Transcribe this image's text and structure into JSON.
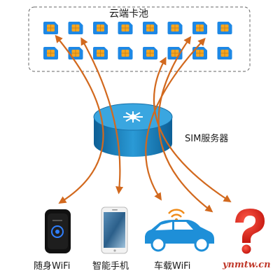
{
  "pool": {
    "title": "云端卡池",
    "rows": 2,
    "cols": 8,
    "chip_color": "#f5a623",
    "card_color": "#1e88e5"
  },
  "server": {
    "label": "SIM服务器",
    "color": "#1a86c4"
  },
  "devices": [
    {
      "label": "随身WiFi",
      "icon": "pocket-wifi-icon"
    },
    {
      "label": "智能手机",
      "icon": "smartphone-icon"
    },
    {
      "label": "车载WiFi",
      "icon": "car-wifi-icon"
    },
    {
      "label": "",
      "icon": "question-mark-icon"
    }
  ],
  "arrow_color": "#d2691e",
  "watermark": "ynmtw.cn"
}
